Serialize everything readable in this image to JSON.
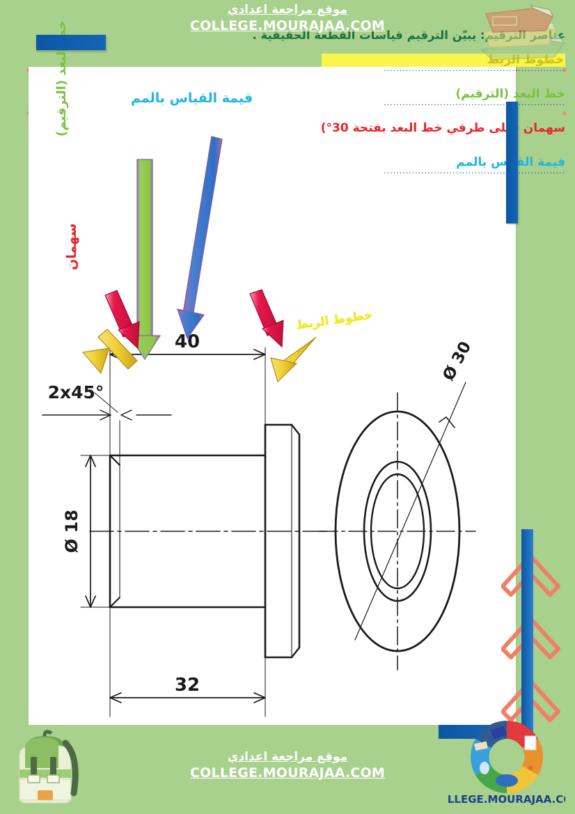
{
  "site": {
    "header_arabic": "موقع مراجعة اعدادي",
    "header_url": "COLLEGE.MOURAJAA.COM",
    "footer_arabic": "موقع مراجعة اعدادي",
    "footer_url": "COLLEGE.MOURAJAA.COM",
    "logo_caption": "COLLEGE.MOURAJAA.COM"
  },
  "lesson": {
    "title": "عناصر الترقيم: يبيّن الترقيم قياسات القطعة الحقيقية .",
    "dots": "..........................................................",
    "items": [
      {
        "label": "خطوط الربط",
        "color": "#cfc21a",
        "style": "highlight-yellow"
      },
      {
        "label": "خط البعد (الترقيم)",
        "color": "#7ac143",
        "style": "green"
      },
      {
        "label": "سهمان (على طرفي خط البعد بفتحة 30°)",
        "color": "#e8242a",
        "style": "red"
      },
      {
        "label": "قيمة القياس بالمم",
        "color": "#23b5e0",
        "style": "cyan"
      }
    ]
  },
  "annotations": {
    "measure_value": "قيمة القياس بالمم",
    "dimension_line": "خط البعد (الترقيم)",
    "arrows": "سهمان",
    "extension_lines": "خطوط الربط"
  },
  "drawing": {
    "dimensions": {
      "length_total": "40",
      "length_shaft": "32",
      "diameter_shaft": "Ø 18",
      "diameter_flange": "Ø 30",
      "chamfer": "2x45°"
    }
  },
  "colors": {
    "page_green": "#a8d18d",
    "dot_coral": "#f08a6e",
    "blue_bar": "#0b57a4",
    "yellow": "#f2ea23",
    "green": "#7ac143",
    "red": "#e8242a",
    "cyan": "#23b5e0"
  }
}
